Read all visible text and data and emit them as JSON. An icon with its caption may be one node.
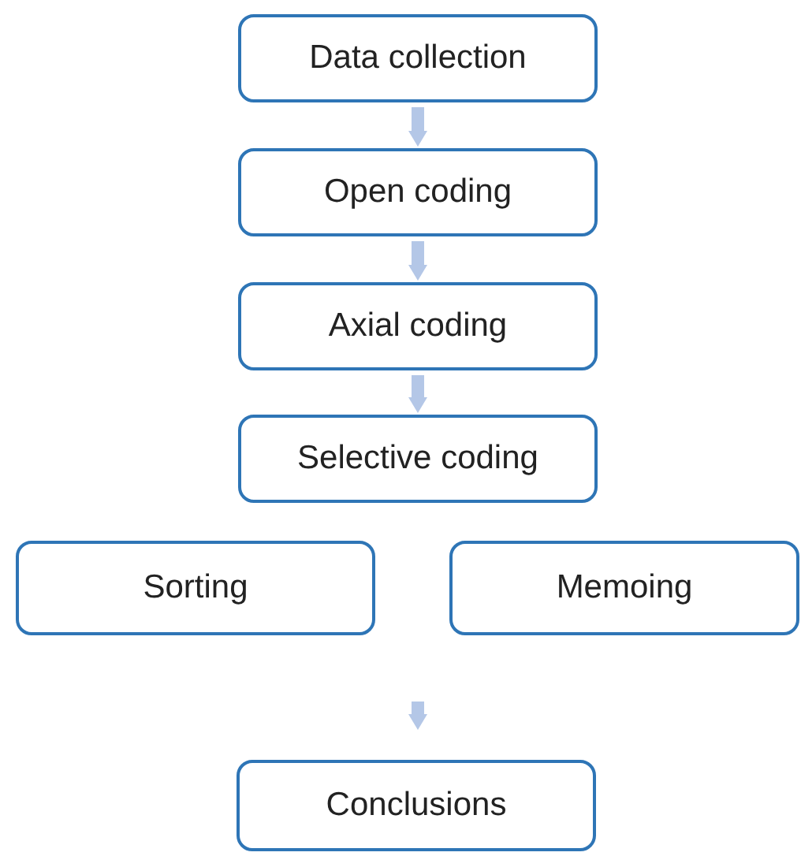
{
  "diagram": {
    "nodes": [
      {
        "text": [
          "Data collection"
        ]
      },
      {
        "text": [
          "Open coding"
        ]
      },
      {
        "text": [
          "Axial coding"
        ]
      },
      {
        "text": [
          "Selective coding"
        ]
      },
      {
        "text": [
          "Sorting"
        ]
      },
      {
        "text": [
          "Memoing"
        ]
      },
      {
        "text": [
          "Conclusions"
        ]
      }
    ],
    "edges": [
      {
        "from": 0,
        "to": 1,
        "arrow": "to"
      },
      {
        "from": 1,
        "to": 2,
        "arrow": "to"
      },
      {
        "from": 2,
        "to": 3,
        "arrow": "to"
      },
      {
        "from": null,
        "to": 6,
        "arrow": "to"
      }
    ]
  }
}
